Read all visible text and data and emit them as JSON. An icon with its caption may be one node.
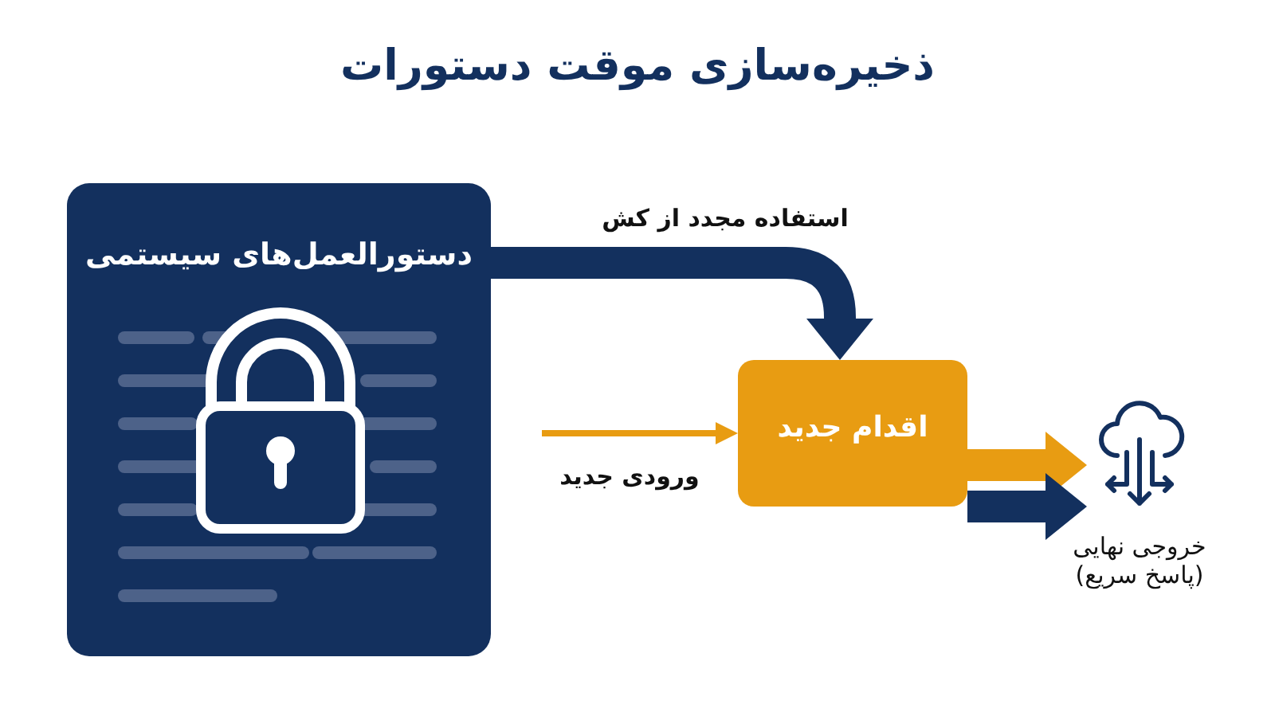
{
  "diagram": {
    "title": "ذخیره‌سازی موقت دستورات",
    "nodes": [
      {
        "text": [
          "دستورالعمل‌های سیستمی"
        ]
      },
      {
        "text": [
          "اقدام جدید"
        ]
      },
      {
        "text": [
          "خروجی نهایی (پاسخ سریع)"
        ]
      }
    ],
    "edges": [
      {
        "from": 0,
        "to": 1,
        "arrow": "to",
        "label": "استفاده مجدد از کش",
        "color": "#13305e"
      },
      {
        "from": null,
        "to": 1,
        "arrow": "to",
        "label": "ورودی جدید",
        "color": "#e89c12"
      },
      {
        "from": 1,
        "to": 2,
        "arrow": "to",
        "color": "#e89c12"
      },
      {
        "from": 1,
        "to": 2,
        "arrow": "to",
        "color": "#13305e"
      }
    ]
  }
}
